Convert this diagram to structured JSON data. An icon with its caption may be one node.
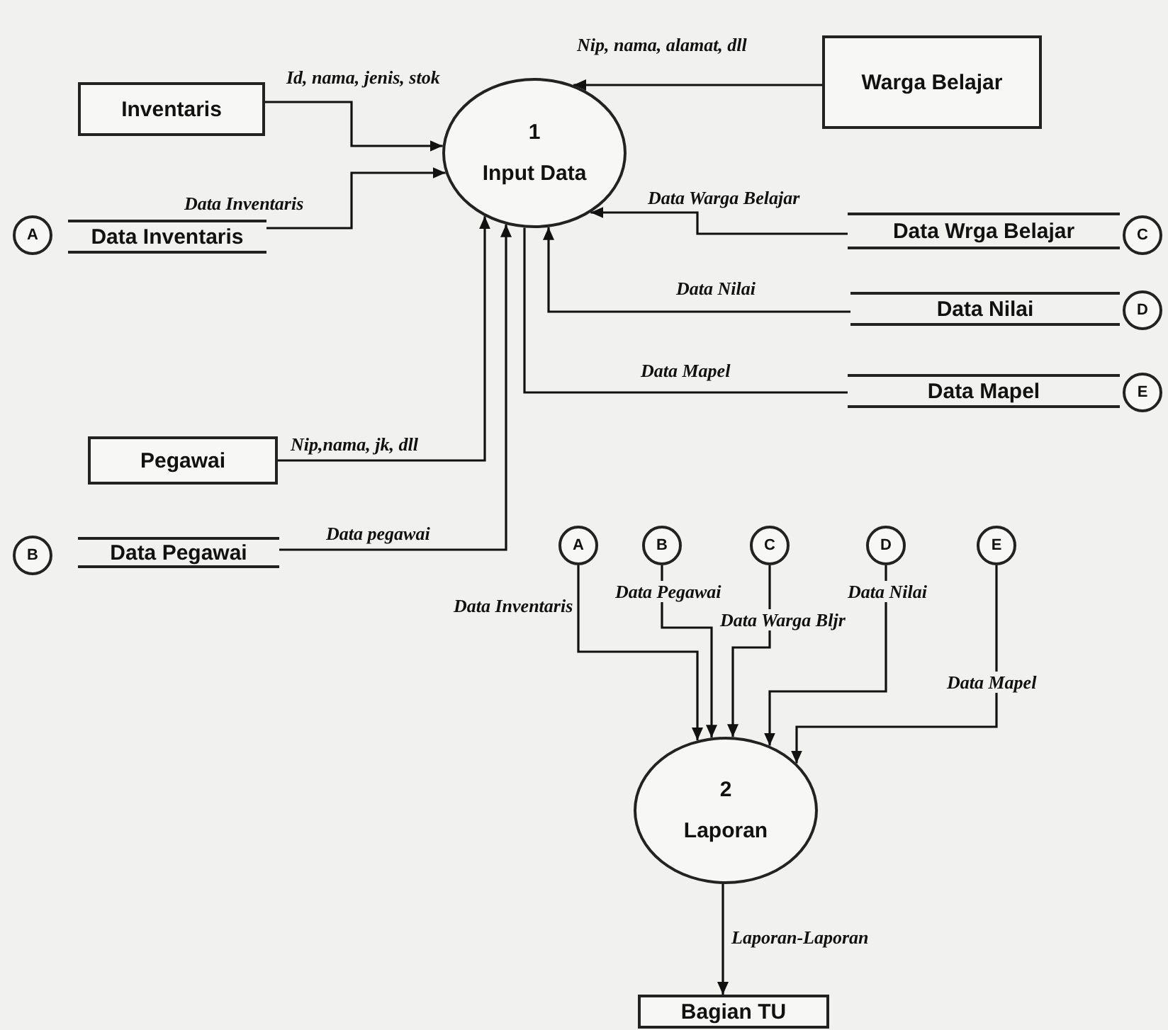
{
  "diagram": {
    "nodes": [
      {
        "text": [
          "Inventaris"
        ]
      },
      {
        "text": [
          "1",
          "Input Data"
        ]
      },
      {
        "text": [
          "Warga Belajar"
        ]
      },
      {
        "text": [
          "A"
        ]
      },
      {
        "text": [
          "Data Inventaris"
        ]
      },
      {
        "text": [
          "Data Wrga Belajar"
        ]
      },
      {
        "text": [
          "C"
        ]
      },
      {
        "text": [
          "Data Nilai"
        ]
      },
      {
        "text": [
          "D"
        ]
      },
      {
        "text": [
          "Data Mapel"
        ]
      },
      {
        "text": [
          "E"
        ]
      },
      {
        "text": [
          "Pegawai"
        ]
      },
      {
        "text": [
          "B"
        ]
      },
      {
        "text": [
          "Data Pegawai"
        ]
      },
      {
        "text": [
          "A"
        ]
      },
      {
        "text": [
          "B"
        ]
      },
      {
        "text": [
          "C"
        ]
      },
      {
        "text": [
          "D"
        ]
      },
      {
        "text": [
          "E"
        ]
      },
      {
        "text": [
          "2",
          "Laporan"
        ]
      },
      {
        "text": [
          "Bagian TU"
        ]
      }
    ],
    "edges": [
      {
        "from": 0,
        "to": 1,
        "arrow": "to",
        "label": "Id, nama, jenis, stok"
      },
      {
        "from": 4,
        "to": 1,
        "arrow": "to",
        "label": "Data Inventaris"
      },
      {
        "from": 2,
        "to": 1,
        "arrow": "to",
        "label": "Nip, nama, alamat, dll"
      },
      {
        "from": 5,
        "to": 1,
        "arrow": "to",
        "label": "Data Warga Belajar"
      },
      {
        "from": 7,
        "to": 1,
        "arrow": "to",
        "label": "Data Nilai"
      },
      {
        "from": 9,
        "to": 1,
        "arrow": "none",
        "label": "Data Mapel"
      },
      {
        "from": 11,
        "to": 1,
        "arrow": "to",
        "label": "Nip,nama, jk, dll"
      },
      {
        "from": 13,
        "to": 1,
        "arrow": "to",
        "label": "Data pegawai"
      },
      {
        "from": 14,
        "to": 19,
        "arrow": "to",
        "label": "Data Inventaris"
      },
      {
        "from": 15,
        "to": 19,
        "arrow": "to",
        "label": "Data Pegawai"
      },
      {
        "from": 16,
        "to": 19,
        "arrow": "to",
        "label": "Data Warga Bljr"
      },
      {
        "from": 17,
        "to": 19,
        "arrow": "to",
        "label": "Data Nilai"
      },
      {
        "from": 18,
        "to": 19,
        "arrow": "to",
        "label": "Data Mapel"
      },
      {
        "from": 19,
        "to": 20,
        "arrow": "to",
        "label": "Laporan-Laporan"
      }
    ]
  }
}
